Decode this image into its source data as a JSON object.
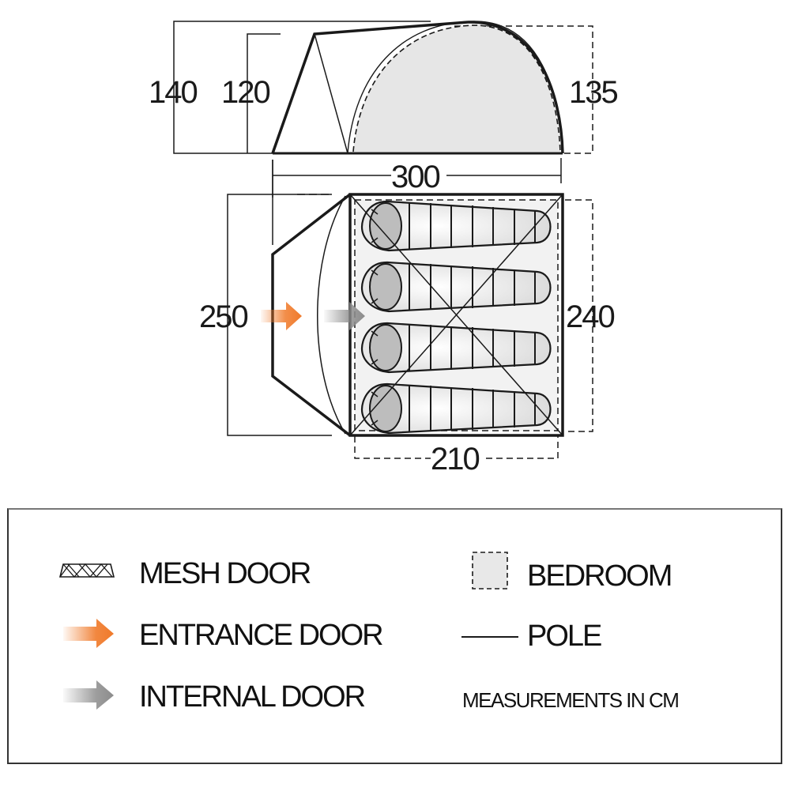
{
  "diagram": {
    "type": "tent floor plan and side elevation",
    "units": "cm",
    "side_view": {
      "height_total_label": "140",
      "height_porch_label": "120",
      "height_bedroom_label": "135",
      "length_label": "300"
    },
    "plan_view": {
      "width_total_label": "250",
      "bedroom_width_label": "240",
      "bedroom_length_label": "210",
      "sleeping_bags": 4
    }
  },
  "legend": {
    "items": [
      {
        "icon": "mesh-door-icon",
        "label": "MESH DOOR"
      },
      {
        "icon": "entrance-door-arrow-icon",
        "label": "ENTRANCE DOOR",
        "color": "#f07a2a"
      },
      {
        "icon": "internal-door-arrow-icon",
        "label": "INTERNAL DOOR",
        "color": "#8c8c8c"
      },
      {
        "icon": "bedroom-icon",
        "label": "BEDROOM",
        "color": "#e8e8e8"
      },
      {
        "icon": "pole-icon",
        "label": "POLE"
      }
    ],
    "note": "MEASUREMENTS IN CM"
  },
  "colors": {
    "line": "#1a1a1a",
    "bedroom_fill": "#e6e6e6",
    "entrance_arrow": "#f07a2a",
    "internal_arrow": "#8c8c8c"
  }
}
